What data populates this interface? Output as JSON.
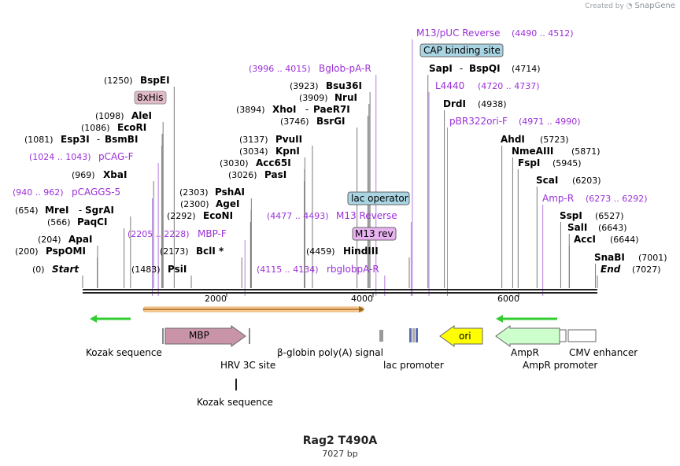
{
  "credit": {
    "prefix": "Created by",
    "brand": "SnapGene"
  },
  "title": "Rag2 T490A",
  "subtitle": "7027 bp",
  "colors": {
    "enzyme": "#000000",
    "primer": "#9b30d9",
    "site_line": "#7a7a7a",
    "primer_line": "#b57ee0"
  },
  "scale": {
    "ticks": [
      "2000",
      "4000",
      "6000"
    ]
  },
  "sites": [
    {
      "pos": "(0)",
      "name": "Start",
      "italic": true
    },
    {
      "pos": "(200)",
      "name": "PspOMI"
    },
    {
      "pos": "(204)",
      "name": "ApaI"
    },
    {
      "pos": "(566)",
      "name": "PaqCI"
    },
    {
      "pos": "(654)",
      "name": "MreI",
      "alt": "SgrAI"
    },
    {
      "pos": "(969)",
      "name": "XbaI"
    },
    {
      "pos": "(1081)",
      "name": "Esp3I",
      "alt": "BsmBI"
    },
    {
      "pos": "(1086)",
      "name": "EcoRI"
    },
    {
      "pos": "(1098)",
      "name": "AleI"
    },
    {
      "pos": "(1250)",
      "name": "BspEI"
    },
    {
      "pos": "(1483)",
      "name": "PsiI"
    },
    {
      "pos": "(2173)",
      "name": "BclI *"
    },
    {
      "pos": "(2292)",
      "name": "EcoNI"
    },
    {
      "pos": "(2300)",
      "name": "AgeI"
    },
    {
      "pos": "(2303)",
      "name": "PshAI"
    },
    {
      "pos": "(3026)",
      "name": "PasI"
    },
    {
      "pos": "(3030)",
      "name": "Acc65I"
    },
    {
      "pos": "(3034)",
      "name": "KpnI"
    },
    {
      "pos": "(3137)",
      "name": "PvuII"
    },
    {
      "pos": "(3746)",
      "name": "BsrGI"
    },
    {
      "pos": "(3894)",
      "name": "XhoI",
      "alt": "PaeR7I"
    },
    {
      "pos": "(3909)",
      "name": "NruI"
    },
    {
      "pos": "(3923)",
      "name": "Bsu36I"
    },
    {
      "pos": "(4459)",
      "name": "HindIII"
    },
    {
      "pos": "(4714)",
      "name": "SapI",
      "alt": "BspQI"
    },
    {
      "pos": "(4938)",
      "name": "DrdI"
    },
    {
      "pos": "(5723)",
      "name": "AhdI"
    },
    {
      "pos": "(5871)",
      "name": "NmeAIII"
    },
    {
      "pos": "(5945)",
      "name": "FspI"
    },
    {
      "pos": "(6203)",
      "name": "ScaI"
    },
    {
      "pos": "(6527)",
      "name": "SspI"
    },
    {
      "pos": "(6643)",
      "name": "SalI"
    },
    {
      "pos": "(6644)",
      "name": "AccI"
    },
    {
      "pos": "(7001)",
      "name": "SnaBI"
    },
    {
      "pos": "(7027)",
      "name": "End",
      "italic": true
    }
  ],
  "primers": [
    {
      "range": "(940 .. 962)",
      "name": "pCAGGS-5"
    },
    {
      "range": "(1024 .. 1043)",
      "name": "pCAG-F"
    },
    {
      "range": "(2205 .. 2228)",
      "name": "MBP-F"
    },
    {
      "range": "(3996 .. 4015)",
      "name": "Bglob-pA-R"
    },
    {
      "range": "(4115 .. 4134)",
      "name": "rbglobpA-R"
    },
    {
      "range": "(4477 .. 4493)",
      "name": "M13 Reverse"
    },
    {
      "range": "(4490 .. 4512)",
      "name": "M13/pUC Reverse"
    },
    {
      "range": "(4720 .. 4737)",
      "name": "L4440"
    },
    {
      "range": "(4971 .. 4990)",
      "name": "pBR322ori-F"
    },
    {
      "range": "(6273 .. 6292)",
      "name": "Amp-R"
    }
  ],
  "boxed_labels": {
    "his": "8xHis",
    "lac_operator": "lac operator",
    "m13_rev": "M13 rev",
    "cap": "CAP binding site"
  },
  "features": {
    "mbp": "MBP",
    "ori": "ori",
    "kozak1": "Kozak sequence",
    "hrv": "HRV 3C site",
    "kozak2": "Kozak sequence",
    "bglobin": "β-globin poly(A) signal",
    "lac": "lac promoter",
    "ampr": "AmpR",
    "ampr_promoter": "AmpR promoter",
    "cmv": "CMV enhancer"
  },
  "feature_colors": {
    "mbp": "#c994a8",
    "ori": "#ffff00",
    "ampr": "#ccffcc",
    "orf_arrow": "#33cc33",
    "orf_bar": "#ffcc99"
  }
}
